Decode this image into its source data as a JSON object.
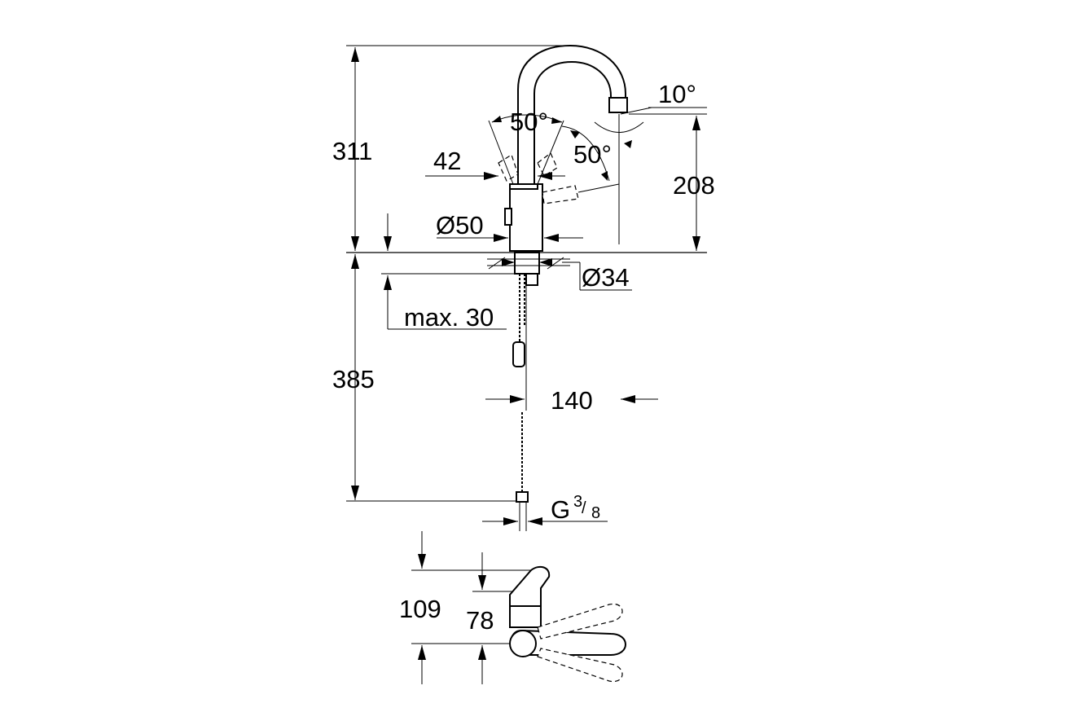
{
  "dimensions": {
    "overall_height": "311",
    "spout_height": "208",
    "below_deck_length": "385",
    "spout_reach": "140",
    "handle_clearance": "42",
    "body_diameter": "Ø50",
    "hole_diameter": "Ø34",
    "max_deck_thickness": "max. 30",
    "connection_thread": "G",
    "thread_fraction_num": "3",
    "thread_fraction_den": "8",
    "handle_angle": "50°",
    "spout_swivel_angle": "50°",
    "aerator_angle": "10°",
    "top_view_total": "109",
    "top_view_lever": "78"
  }
}
